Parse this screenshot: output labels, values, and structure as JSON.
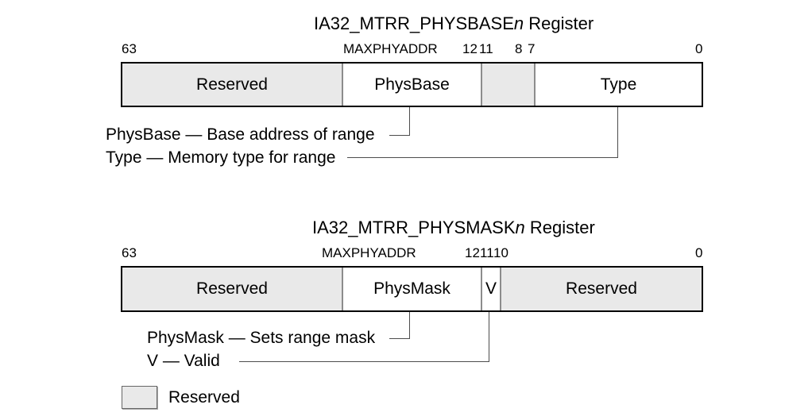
{
  "colors": {
    "reserved_fill": "#e9e9e9",
    "box_border": "#000000",
    "divider_line": "#8c8c8c",
    "callout_line": "#4d4d4d"
  },
  "physbase_register": {
    "title": {
      "prefix": "IA32_MTRR_PHYSBASE",
      "italic": "n",
      "suffix": " Register"
    },
    "bit_labels": {
      "b63": "63",
      "maxphyaddr": "MAXPHYADDR",
      "b12": "12",
      "b11": "11",
      "b8": "8",
      "b7": "7",
      "b0": "0"
    },
    "fields": {
      "reserved_high": "Reserved",
      "physbase": "PhysBase",
      "reserved_mid": "",
      "type": "Type"
    },
    "callouts": {
      "physbase": "PhysBase — Base address of range",
      "type": "Type — Memory type for range"
    }
  },
  "physmask_register": {
    "title": {
      "prefix": "IA32_MTRR_PHYSMASK",
      "italic": "n",
      "suffix": " Register"
    },
    "bit_labels": {
      "b63": "63",
      "maxphyaddr": "MAXPHYADDR",
      "b12": "12",
      "b11": "11",
      "b10": "10",
      "b0": "0"
    },
    "fields": {
      "reserved_high": "Reserved",
      "physmask": "PhysMask",
      "valid": "V",
      "reserved_low": "Reserved"
    },
    "callouts": {
      "physmask": "PhysMask — Sets range mask",
      "valid": "V — Valid"
    }
  },
  "legend": {
    "reserved_label": "Reserved"
  }
}
